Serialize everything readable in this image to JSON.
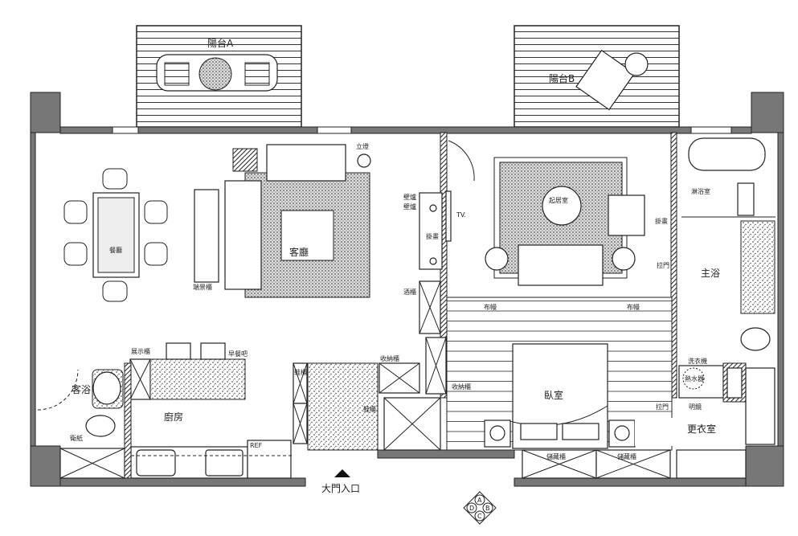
{
  "plan": {
    "rooms": {
      "balcony_a": "陽台A",
      "balcony_b": "陽台B",
      "dining": "餐廳",
      "living": "客廳",
      "study": "起居室",
      "master_bath": "主浴",
      "shower": "淋浴室",
      "guest_bath": "客浴",
      "kitchen": "廚房",
      "bedroom": "臥室",
      "walk_in_closet": "更衣室"
    },
    "labels": {
      "floor_lamp": "立燈",
      "console": "端景櫃",
      "fireplace_1": "壁爐",
      "fireplace_2": "壁爐",
      "tv": "TV.",
      "painting_1": "掛畫",
      "painting_2": "掛畫",
      "wine_cabinet": "酒櫃",
      "sliding_door_1": "拉門",
      "sliding_door_2": "拉門",
      "curtain_1": "布幔",
      "curtain_2": "布幔",
      "display_cabinet": "展示櫃",
      "breakfast_bar": "早餐吧",
      "tissue": "衛紙",
      "ref": "REF",
      "shoe_cabinet_1": "鞋櫃",
      "shoe_cabinet_2": "鞋櫃",
      "storage_1": "收納櫃",
      "storage_2": "收納櫃",
      "washer": "洗衣機",
      "water_heater": "熱水器",
      "mirror": "明鏡",
      "store_1": "儲藏櫃",
      "store_2": "儲藏櫃",
      "entrance": "大門入口"
    },
    "compass": {
      "a": "A",
      "b": "B",
      "c": "C",
      "d": "D"
    }
  }
}
